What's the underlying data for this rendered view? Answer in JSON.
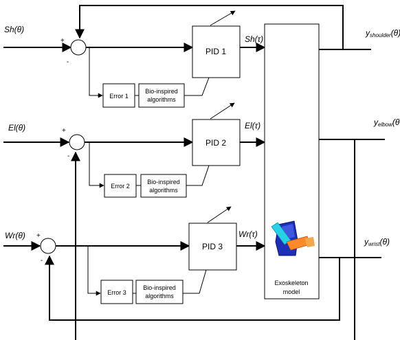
{
  "inputs": {
    "shoulder": "Sh(θ)",
    "elbow": "El(θ)",
    "wrist": "Wr(θ)"
  },
  "controllers": {
    "pid1": "PID 1",
    "pid2": "PID 2",
    "pid3": "PID 3"
  },
  "errors": {
    "e1": "Error 1",
    "e2": "Error 2",
    "e3": "Error 3"
  },
  "bio": {
    "line1": "Bio-inspired",
    "line2": "algorithms"
  },
  "control_signals": {
    "shoulder": "Sh(τ)",
    "elbow": "El(τ)",
    "wrist": "Wr(τ)"
  },
  "plant": {
    "line1": "Exoskeleton",
    "line2": "model"
  },
  "outputs": {
    "shoulder": {
      "base": "y",
      "sub": "shoulder",
      "arg": "(θ)"
    },
    "elbow": {
      "base": "y",
      "sub": "elbow",
      "arg": "(θ"
    },
    "wrist": {
      "base": "y",
      "sub": "wrist",
      "arg": "(θ)"
    }
  },
  "signs": {
    "plus": "+",
    "minus": "-"
  }
}
